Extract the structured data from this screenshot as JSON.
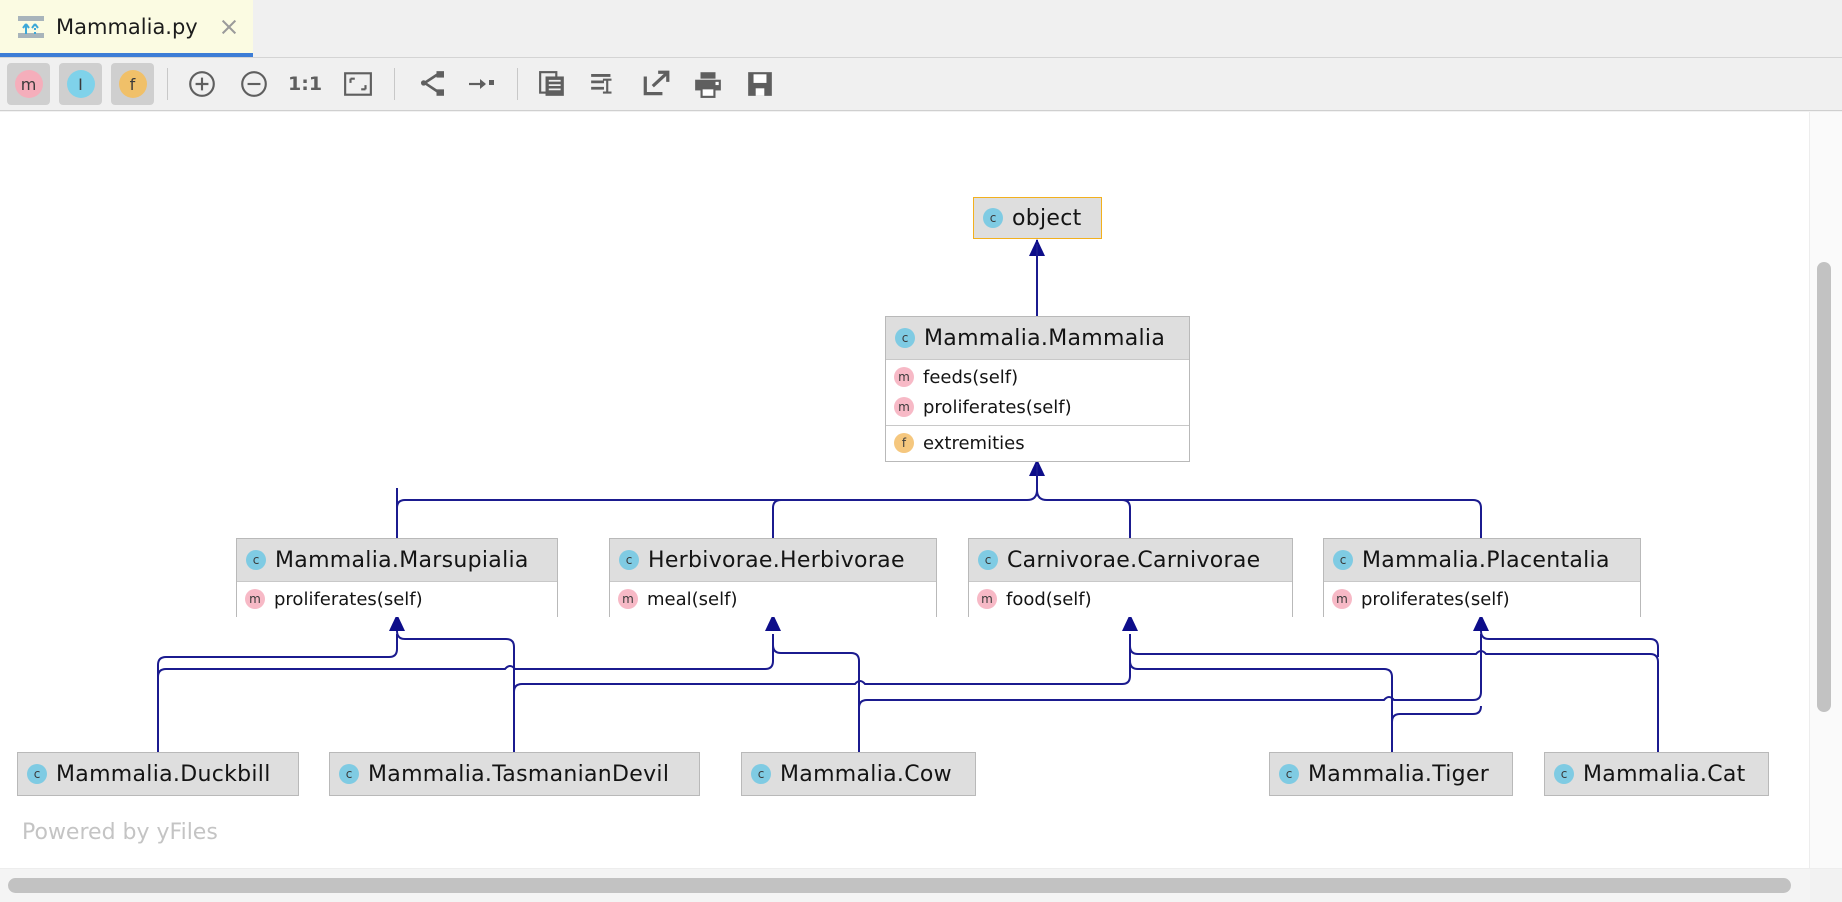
{
  "window": {
    "tab": {
      "title": "Mammalia.py",
      "icon": "diagram-icon",
      "close_icon": "close-icon"
    },
    "watermark": "Powered by yFiles"
  },
  "toolbar": {
    "toggles": [
      {
        "name": "show-methods-toggle",
        "label": "m",
        "style": "m",
        "pressed": true
      },
      {
        "name": "show-inherited-toggle",
        "label": "I",
        "style": "i",
        "pressed": true
      },
      {
        "name": "show-fields-toggle",
        "label": "f",
        "style": "f",
        "pressed": true
      }
    ],
    "zoom_in": "zoom-in-icon",
    "zoom_out": "zoom-out-icon",
    "actual_size_label": "1:1",
    "fit_content": "fit-content-icon",
    "layout": "layout-icon",
    "jump_to": "jump-to-icon",
    "copy": "copy-icon",
    "align": "align-icon",
    "export": "export-icon",
    "print": "print-icon",
    "save": "save-icon"
  },
  "colors": {
    "edge": "#1b1b8f",
    "node_header": "#dedede",
    "node_border": "#b4b4b4",
    "selected_border": "#f2b01e",
    "chip_class": "#9adcef",
    "chip_method": "#f7b9c6",
    "chip_field": "#f7ce92",
    "tab_active": "#fbfbe2",
    "tab_underline": "#3d7dd6"
  },
  "diagram": {
    "nodes": [
      {
        "id": "object",
        "title": "object",
        "selected": true,
        "icon": "class-icon",
        "methods": [],
        "fields": []
      },
      {
        "id": "mammalia",
        "title": "Mammalia.Mammalia",
        "selected": false,
        "icon": "class-icon",
        "methods": [
          "feeds(self)",
          "proliferates(self)"
        ],
        "fields": [
          "extremities"
        ]
      },
      {
        "id": "marsupialia",
        "title": "Mammalia.Marsupialia",
        "selected": false,
        "icon": "class-icon",
        "methods": [
          "proliferates(self)"
        ],
        "fields": []
      },
      {
        "id": "herbivorae",
        "title": "Herbivorae.Herbivorae",
        "selected": false,
        "icon": "class-icon",
        "methods": [
          "meal(self)"
        ],
        "fields": []
      },
      {
        "id": "carnivorae",
        "title": "Carnivorae.Carnivorae",
        "selected": false,
        "icon": "class-icon",
        "methods": [
          "food(self)"
        ],
        "fields": []
      },
      {
        "id": "placentalia",
        "title": "Mammalia.Placentalia",
        "selected": false,
        "icon": "class-icon",
        "methods": [
          "proliferates(self)"
        ],
        "fields": []
      },
      {
        "id": "duckbill",
        "title": "Mammalia.Duckbill",
        "selected": false,
        "icon": "class-icon",
        "methods": [],
        "fields": []
      },
      {
        "id": "tasmaniandevil",
        "title": "Mammalia.TasmanianDevil",
        "selected": false,
        "icon": "class-icon",
        "methods": [],
        "fields": []
      },
      {
        "id": "cow",
        "title": "Mammalia.Cow",
        "selected": false,
        "icon": "class-icon",
        "methods": [],
        "fields": []
      },
      {
        "id": "tiger",
        "title": "Mammalia.Tiger",
        "selected": false,
        "icon": "class-icon",
        "methods": [],
        "fields": []
      },
      {
        "id": "cat",
        "title": "Mammalia.Cat",
        "selected": false,
        "icon": "class-icon",
        "methods": [],
        "fields": []
      }
    ],
    "edges": [
      {
        "from": "mammalia",
        "to": "object"
      },
      {
        "from": "marsupialia",
        "to": "mammalia"
      },
      {
        "from": "herbivorae",
        "to": "mammalia"
      },
      {
        "from": "carnivorae",
        "to": "mammalia"
      },
      {
        "from": "placentalia",
        "to": "mammalia"
      },
      {
        "from": "duckbill",
        "to": "marsupialia"
      },
      {
        "from": "tasmaniandevil",
        "to": "marsupialia"
      },
      {
        "from": "tasmaniandevil",
        "to": "carnivorae"
      },
      {
        "from": "cow",
        "to": "herbivorae"
      },
      {
        "from": "cow",
        "to": "placentalia"
      },
      {
        "from": "tiger",
        "to": "carnivorae"
      },
      {
        "from": "tiger",
        "to": "placentalia"
      },
      {
        "from": "cat",
        "to": "carnivorae"
      },
      {
        "from": "cat",
        "to": "placentalia"
      }
    ]
  }
}
